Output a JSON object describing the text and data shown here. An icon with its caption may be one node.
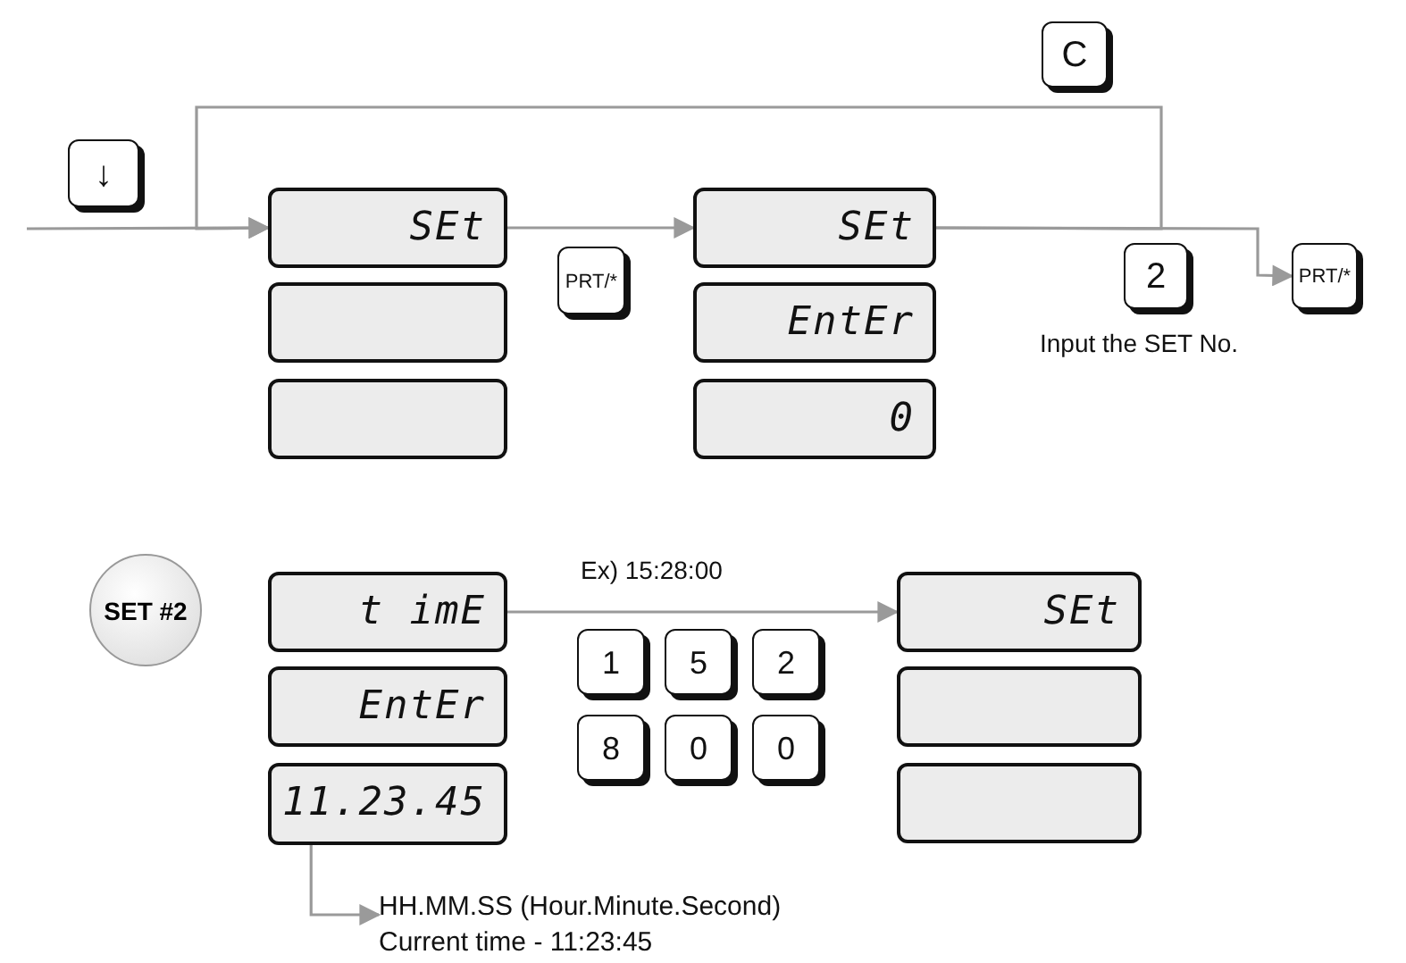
{
  "diagram": {
    "nodes": [
      {
        "text": [
          "↓"
        ]
      },
      {
        "text": [
          "SEt"
        ]
      },
      {
        "text": [],
        "shape": "box"
      },
      {
        "text": [],
        "shape": "box"
      },
      {
        "text": [
          "PRT/*"
        ]
      },
      {
        "text": [
          "SEt"
        ]
      },
      {
        "text": [
          "EntEr"
        ]
      },
      {
        "text": [
          "0"
        ]
      },
      {
        "text": [
          "C"
        ]
      },
      {
        "text": [
          "2"
        ],
        "beside": [
          "Input the SET No."
        ]
      },
      {
        "text": [
          "PRT/*"
        ]
      },
      {
        "text": [
          "SET #2"
        ]
      },
      {
        "text": [
          "t imE"
        ]
      },
      {
        "text": [
          "EntEr"
        ]
      },
      {
        "text": [
          "11.23.45"
        ]
      },
      {
        "text": [
          "SEt"
        ]
      },
      {
        "text": [],
        "shape": "box"
      },
      {
        "text": [],
        "shape": "box"
      },
      {
        "text": [
          "1"
        ]
      },
      {
        "text": [
          "5"
        ]
      },
      {
        "text": [
          "2"
        ]
      },
      {
        "text": [
          "8"
        ]
      },
      {
        "text": [
          "0"
        ]
      },
      {
        "text": [
          "0"
        ]
      },
      {
        "text": [
          "HH.MM.SS (Hour.Minute.Second)",
          "Current time - 11:23:45"
        ]
      }
    ],
    "edges": [
      {
        "from": null,
        "to": 1,
        "arrow": "to"
      },
      {
        "from": 1,
        "to": 5,
        "arrow": "to"
      },
      {
        "from": 5,
        "to": 10,
        "arrow": "to"
      },
      {
        "from": 5,
        "to": 1,
        "arrow": "to"
      },
      {
        "from": 12,
        "to": 15,
        "arrow": "to",
        "label": "Ex) 15:28:00"
      },
      {
        "from": 14,
        "to": 24,
        "arrow": "to"
      }
    ]
  }
}
